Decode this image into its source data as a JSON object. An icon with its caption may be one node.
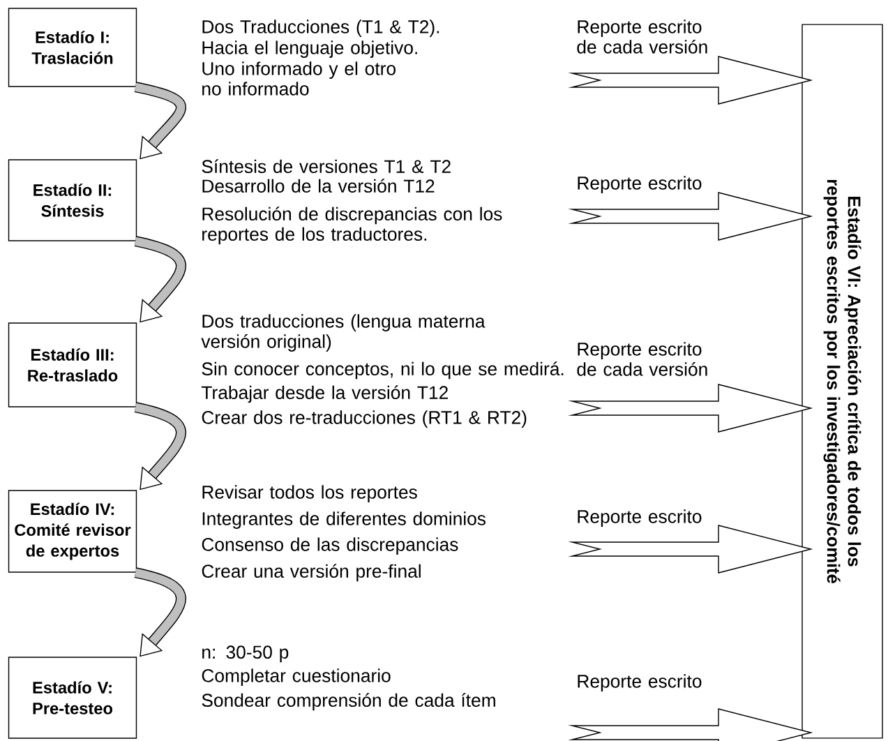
{
  "diagram": {
    "nodes": [
      {
        "text": [
          "Estadío I: Traslación"
        ],
        "beside": [
          "Dos Traducciones (T1 & T2).",
          "Hacia el lenguaje objetivo.",
          "Uno informado y el otro no informado"
        ]
      },
      {
        "text": [
          "Estadío II: Síntesis"
        ],
        "beside": [
          "Síntesis de versiones T1 & T2",
          "Desarrollo de la versión T12",
          "Resolución de discrepancias con los reportes de los traductores."
        ]
      },
      {
        "text": [
          "Estadío III: Re-traslado"
        ],
        "beside": [
          "Dos traducciones (lengua materna versión original)",
          "Sin conocer conceptos, ni lo que se medirá.",
          "Trabajar desde la versión T12",
          "Crear dos re-traducciones (RT1 & RT2)"
        ]
      },
      {
        "text": [
          "Estadío IV: Comité revisor de expertos"
        ],
        "beside": [
          "Revisar todos los reportes",
          "Integrantes de diferentes dominios",
          "Consenso de las discrepancias",
          "Crear una versión pre-final"
        ]
      },
      {
        "text": [
          "Estadío V: Pre-testeo"
        ],
        "beside": [
          "n: 30-50 p",
          "Completar cuestionario",
          "Sondear comprensión de cada ítem"
        ]
      },
      {
        "text": [
          "Estadío VI: Apreciación crítica de todos los reportes escritos por los investigadores/comité"
        ]
      }
    ],
    "edges": [
      {
        "from": 0,
        "to": 1,
        "arrow": "to"
      },
      {
        "from": 1,
        "to": 2,
        "arrow": "to"
      },
      {
        "from": 2,
        "to": 3,
        "arrow": "to"
      },
      {
        "from": 3,
        "to": 4,
        "arrow": "to"
      },
      {
        "from": null,
        "to": 5,
        "arrow": "to",
        "label": "Reporte escrito de cada versión"
      },
      {
        "from": null,
        "to": 5,
        "arrow": "to",
        "label": "Reporte escrito"
      },
      {
        "from": null,
        "to": 5,
        "arrow": "to",
        "label": "Reporte escrito de cada versión"
      },
      {
        "from": null,
        "to": 5,
        "arrow": "to",
        "label": "Reporte escrito"
      },
      {
        "from": null,
        "to": 5,
        "arrow": "to",
        "label": "Reporte escrito"
      }
    ]
  }
}
